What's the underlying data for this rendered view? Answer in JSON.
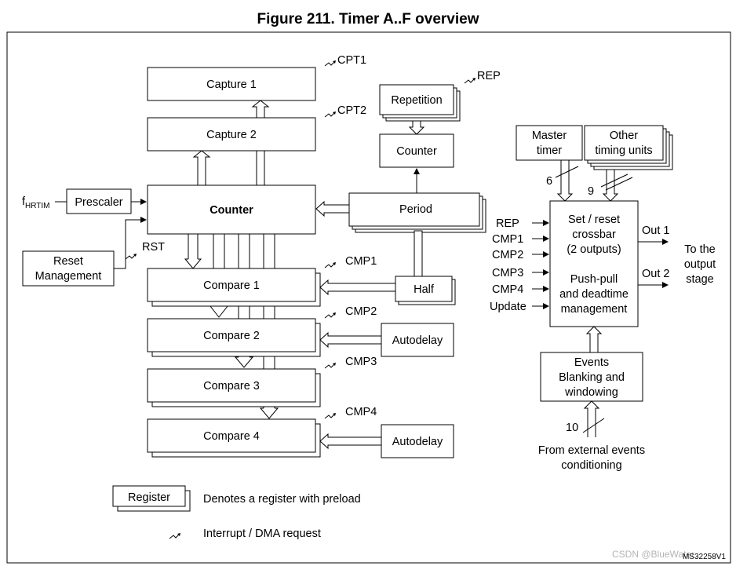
{
  "figure_title": "Figure 211. Timer A..F overview",
  "blocks": {
    "capture1": "Capture 1",
    "capture2": "Capture 2",
    "counter": "Counter",
    "prescaler": "Prescaler",
    "fhrtim_main": "f",
    "fhrtim_sub": "HRTIM",
    "reset_line1": "Reset",
    "reset_line2": "Management",
    "compare1": "Compare 1",
    "compare2": "Compare 2",
    "compare3": "Compare 3",
    "compare4": "Compare 4",
    "repetition": "Repetition",
    "rep_counter": "Counter",
    "period": "Period",
    "half": "Half",
    "autodelay1": "Autodelay",
    "autodelay2": "Autodelay",
    "master_line1": "Master",
    "master_line2": "timer",
    "other_line1": "Other",
    "other_line2": "timing units",
    "crossbar_lines": [
      "Set / reset",
      "crossbar",
      "(2 outputs)",
      "Push-pull",
      "and deadtime",
      "management"
    ],
    "events_lines": [
      "Events",
      "Blanking and",
      "windowing"
    ]
  },
  "signals": {
    "cpt1": "CPT1",
    "cpt2": "CPT2",
    "rep": "REP",
    "rst": "RST",
    "cmp1": "CMP1",
    "cmp2": "CMP2",
    "cmp3": "CMP3",
    "cmp4": "CMP4",
    "bus6": "6",
    "bus9": "9",
    "bus10": "10",
    "in_rep": "REP",
    "in_cmp1": "CMP1",
    "in_cmp2": "CMP2",
    "in_cmp3": "CMP3",
    "in_cmp4": "CMP4",
    "in_update": "Update",
    "out1": "Out 1",
    "out2": "Out 2",
    "to_output": [
      "To the",
      "output",
      "stage"
    ],
    "from_external": [
      "From external events",
      "conditioning"
    ]
  },
  "legend": {
    "register_label": "Register",
    "register_desc": "Denotes a register with preload",
    "interrupt_desc": "Interrupt / DMA request"
  },
  "footer": {
    "code": "MS32258V1",
    "watermark": "CSDN @BlueWater"
  }
}
